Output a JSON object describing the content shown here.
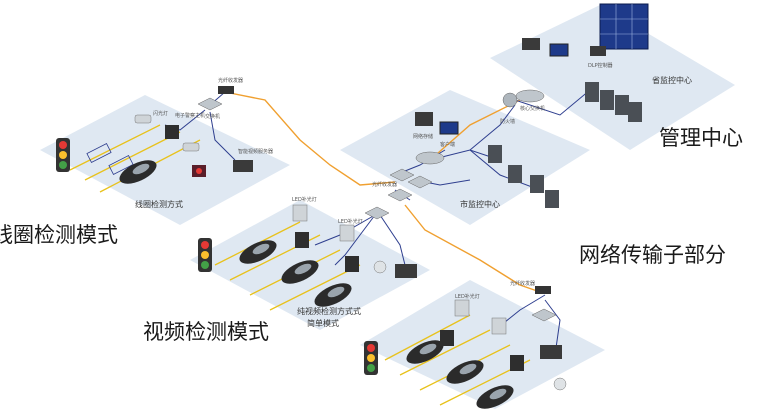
{
  "labels": {
    "management_center": "管理中心",
    "network_transmission": "网络传输子部分",
    "loop_detection_mode": "线圈检测模式",
    "video_detection_mode": "视频检测模式"
  },
  "captions": {
    "loop_detection_method": "线圈检测方式",
    "pure_video_method": "纯视频检测方式式",
    "simple_mode": "简单模式",
    "city_monitor_center": "市监控中心",
    "province_monitor_center": "省监控中心"
  },
  "tiny_labels": {
    "fiber_transceiver": "光纤收发器",
    "switch": "交换机",
    "core_switch": "核心交换机",
    "firewall": "防火墙",
    "network_storage": "网络存储",
    "client": "客户端",
    "dlp_controller": "DLP控制器",
    "flash_light": "闪光灯",
    "electronic_police_host": "电子警察主机",
    "led_fill_light": "LED补光灯",
    "smart_video_server": "智能视频服务器"
  },
  "colors": {
    "platform": "#dfe8f2",
    "network_line": "#2f3f8f",
    "fiber_line": "#f0a030",
    "lane_line": "#e8c21c",
    "light_red": "#e53935",
    "light_yellow": "#fbc02d",
    "light_green": "#43a047"
  }
}
